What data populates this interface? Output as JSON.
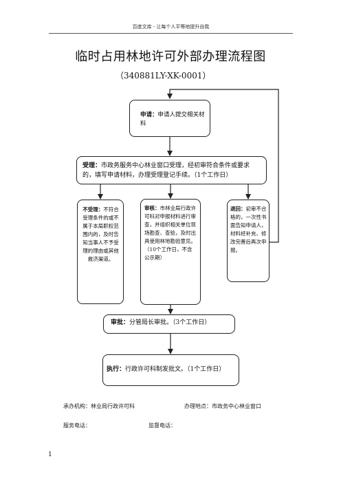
{
  "header": {
    "text": "百度文库 - 让每个人平等地提升自我"
  },
  "document": {
    "title": "临时占用林地许可外部办理流程图",
    "code": "（340881LY-XK-0001）"
  },
  "flow": {
    "apply": {
      "label": "申请：",
      "text": "申请人提交相关材料"
    },
    "accept": {
      "label": "受理：",
      "text": "市政务服务中心林业窗口受理，经初审符合条件或要求的，填写申请材料，办理受理登记手续。（1个工作日）"
    },
    "reject": {
      "label": "不受理：",
      "text": "不符合受理条件的或不属于本局职权范围内的，及时告知当事人不予受理的理由或其他救济渠道。"
    },
    "review": {
      "label": "审核：",
      "text": "市林业局行政许可科对申报材料进行审查，并组织相关单位现场勘查、查验，及时出具使用林地勘验意见。（10个工作日，不含公示期）"
    },
    "return": {
      "label": "退回：",
      "text": "初审不合格的，一次性书面告知申请人，材料经补充、修改完善后再次申报。"
    },
    "approve": {
      "label": "审批：",
      "text": "分管局长审批。（3个工作日）"
    },
    "execute": {
      "label": "执行：",
      "text": "行政许可科制发批文。（1个工作日）"
    }
  },
  "footer": {
    "organ": "承办机构：林业局行政许可科",
    "location": "办理地点：市政务中心林业窗口",
    "service_phone": "服务电话：",
    "supervise_phone": "监督电话："
  },
  "page_number": "1"
}
